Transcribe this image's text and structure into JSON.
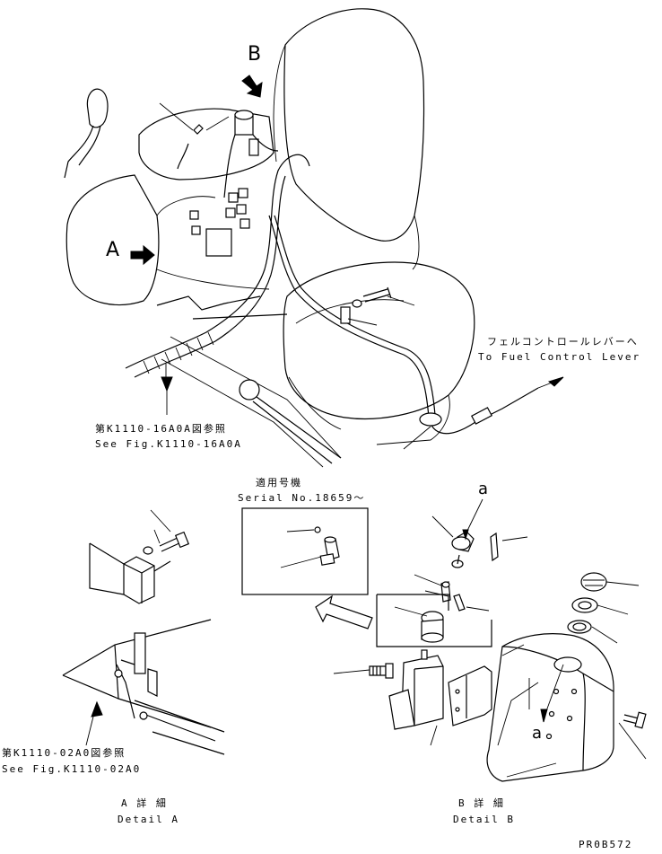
{
  "view_labels": {
    "a": "A",
    "b": "B"
  },
  "fuel_lever": {
    "ja": "フェルコントロールレバーへ",
    "en": "To Fuel Control Lever"
  },
  "ref_main": {
    "ja": "第K1110-16A0A図参照",
    "en": "See Fig.K1110-16A0A"
  },
  "serial": {
    "ja": "適用号機",
    "en": "Serial No.18659～"
  },
  "part_a": "a",
  "ref_detail_a": {
    "ja": "第K1110-02A0図参照",
    "en": "See Fig.K1110-02A0"
  },
  "detail_a": {
    "ja": "A 詳 細",
    "en": "Detail A"
  },
  "detail_b": {
    "ja": "B 詳 細",
    "en": "Detail B"
  },
  "drawing_no": "PR0B572"
}
